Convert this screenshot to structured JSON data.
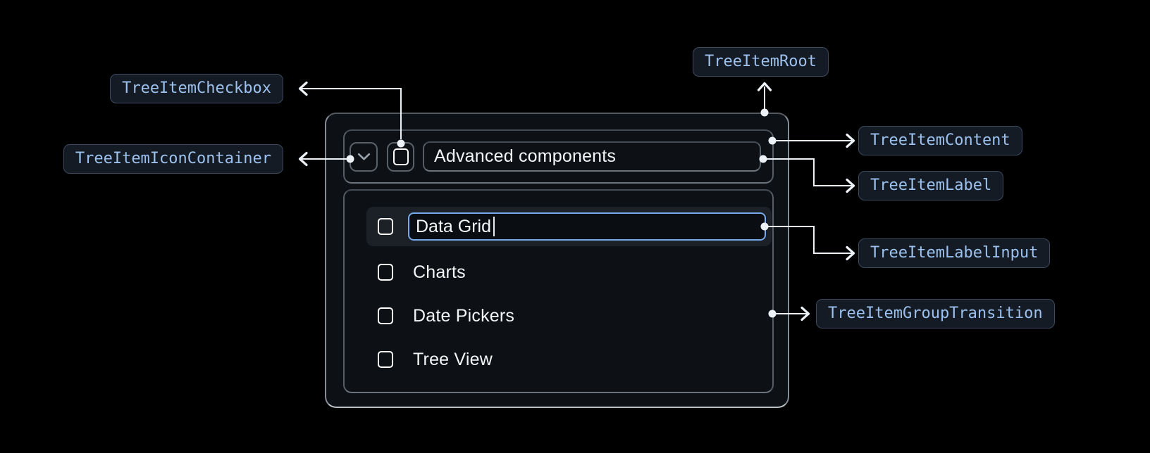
{
  "figure": {
    "type": "component-anatomy-diagram",
    "component": "Tree Item"
  },
  "annotations": {
    "checkbox": "TreeItemCheckbox",
    "icon_container": "TreeItemIconContainer",
    "root": "TreeItemRoot",
    "content": "TreeItemContent",
    "label": "TreeItemLabel",
    "label_input": "TreeItemLabelInput",
    "group_transition": "TreeItemGroupTransition"
  },
  "tree": {
    "parent": {
      "label": "Advanced components",
      "expanded": true,
      "expand_icon": "chevron-down-icon",
      "checkbox_checked": false
    },
    "editing_item": {
      "value": "Data Grid",
      "checkbox_checked": false
    },
    "items": [
      {
        "label": "Charts",
        "checkbox_checked": false
      },
      {
        "label": "Date Pickers",
        "checkbox_checked": false
      },
      {
        "label": "Tree View",
        "checkbox_checked": false
      }
    ]
  },
  "colors": {
    "background": "#000000",
    "panel_background": "#0d1014",
    "panel_border": "#878d95",
    "inner_border": "#565c63",
    "text": "#f4f6f8",
    "input_focus_border": "#78aaec",
    "row_highlight": "#1c2127",
    "badge_background": "#141b24",
    "badge_border": "#3c4a60",
    "badge_text": "#9cc1ee",
    "connector": "#edf2f9"
  }
}
